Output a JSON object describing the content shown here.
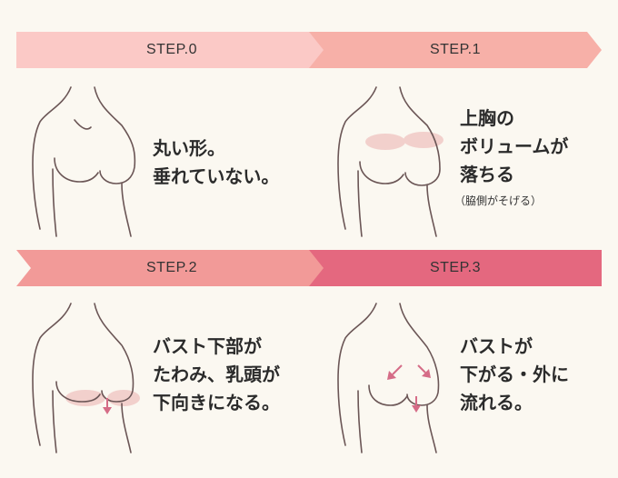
{
  "steps": [
    {
      "label": "STEP.0",
      "color": "#fbc9c6",
      "text": [
        "丸い形。",
        "垂れていない。"
      ]
    },
    {
      "label": "STEP.1",
      "color": "#f7b0a8",
      "text": [
        "上胸の",
        "ボリュームが",
        "落ちる"
      ],
      "note": "（脇側がそげる）"
    },
    {
      "label": "STEP.2",
      "color": "#f29a98",
      "text": [
        "バスト下部が",
        "たわみ、乳頭が",
        "下向きになる。"
      ]
    },
    {
      "label": "STEP.3",
      "color": "#e4687f",
      "text": [
        "バストが",
        "下がる・外に",
        "流れる。"
      ]
    }
  ],
  "colors": {
    "background": "#fbf8f1",
    "outline": "#6b5656",
    "highlight": "#f2d0cc",
    "arrow": "#d56c87"
  }
}
